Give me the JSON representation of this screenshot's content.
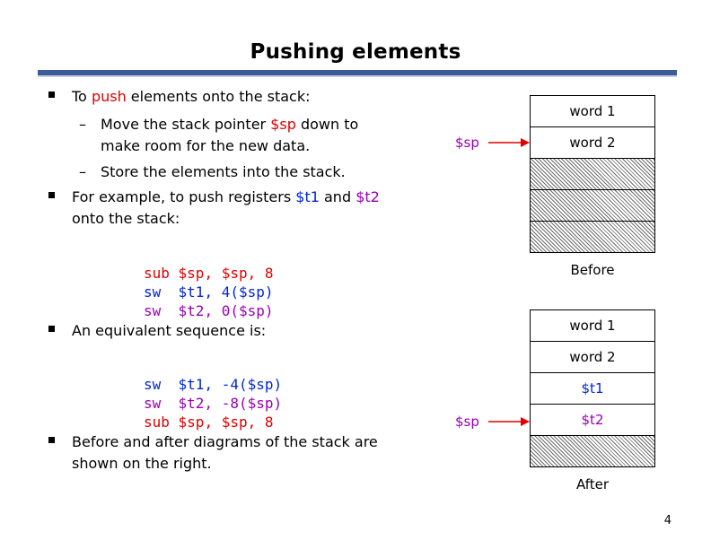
{
  "slide": {
    "title": "Pushing elements",
    "page_number": "4"
  },
  "bullets": {
    "b1_pre": "To ",
    "b1_push": "push",
    "b1_post": " elements onto the stack:",
    "s1_pre": "Move the stack pointer ",
    "s1_sp": "$sp",
    "s1_post": " down to",
    "s1_line2": "make room for the new data.",
    "s2": "Store the elements into the stack.",
    "b2_pre": "For example, to push registers ",
    "b2_t1": "$t1",
    "b2_and": " and ",
    "b2_t2": "$t2",
    "b2_line2": "onto the stack:",
    "b3": "An equivalent sequence is:",
    "b4_line1": "Before and after diagrams of the stack are",
    "b4_line2": "shown on the right."
  },
  "code1": [
    {
      "op": "sub",
      "args": " $sp, $sp, 8"
    },
    {
      "op": "sw ",
      "args": " $t1, 4($sp)"
    },
    {
      "op": "sw ",
      "args": " $t2, 0($sp)"
    }
  ],
  "code2": [
    {
      "op": "sw ",
      "args": " $t1, -4($sp)"
    },
    {
      "op": "sw ",
      "args": " $t2, -8($sp)"
    },
    {
      "op": "sub",
      "args": " $sp, $sp, 8"
    }
  ],
  "before": {
    "cells": [
      "word 1",
      "word 2",
      "",
      "",
      ""
    ],
    "caption": "Before",
    "sp_label": "$sp"
  },
  "after": {
    "cells": [
      "word 1",
      "word 2",
      "$t1",
      "$t2",
      ""
    ],
    "caption": "After",
    "sp_label": "$sp"
  },
  "colors": {
    "red": "#e00000",
    "purple": "#9a00b4",
    "blue": "#0026d6",
    "rule": "#3d5b98"
  }
}
